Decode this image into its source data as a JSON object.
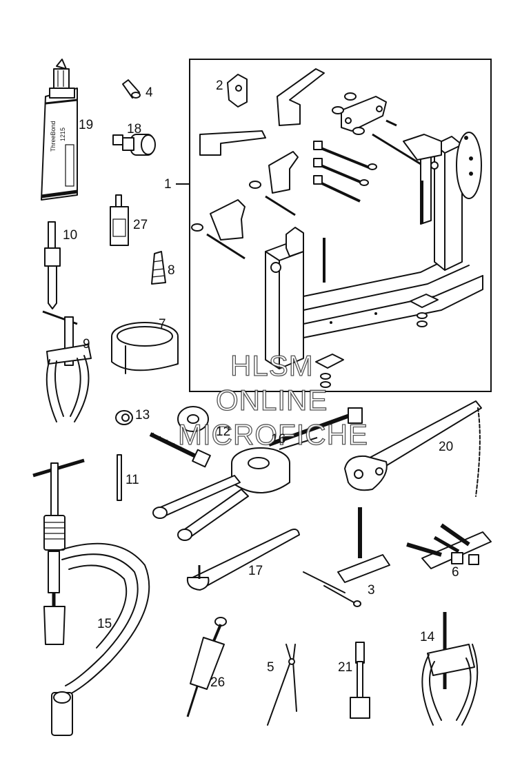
{
  "watermark": {
    "line1": "HLSM",
    "line2": "ONLINE",
    "line3": "MICROFICHE"
  },
  "tube_label": {
    "brand": "ThreeBond",
    "number": "1215"
  },
  "callouts": {
    "c1": "1",
    "c2": "2",
    "c3": "3",
    "c4": "4",
    "c5": "5",
    "c6": "6",
    "c7": "7",
    "c8": "8",
    "c9": "9",
    "c10": "10",
    "c11": "11",
    "c12": "12",
    "c13": "13",
    "c14": "14",
    "c15": "15",
    "c16": "16",
    "c17": "17",
    "c18": "18",
    "c19": "19",
    "c20": "20",
    "c21": "21",
    "c26": "26",
    "c27": "27"
  }
}
